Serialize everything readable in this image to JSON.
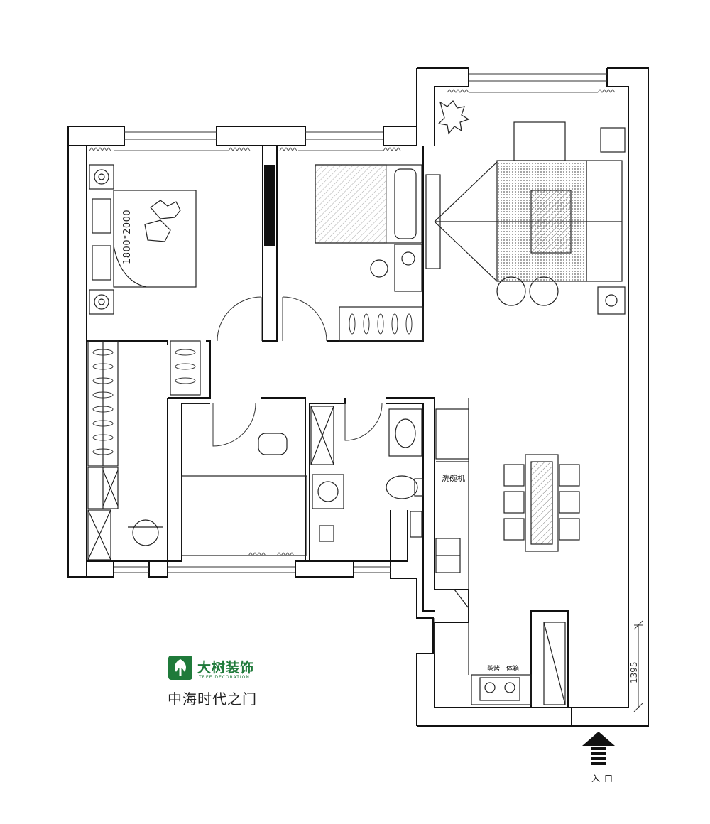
{
  "labels": {
    "bed_size": "1800*2000",
    "dishwasher": "洗碗机",
    "oven": "蒸烤一体箱",
    "dimension": "1395",
    "entrance": "入口"
  },
  "brand": {
    "name": "大树装饰",
    "subtitle": "TREE DECORATION",
    "project": "中海时代之门",
    "color": "#1f7a3a"
  },
  "icons": {
    "logo": "tree-logo-icon",
    "entrance_arrow": "up-arrow-icon"
  }
}
